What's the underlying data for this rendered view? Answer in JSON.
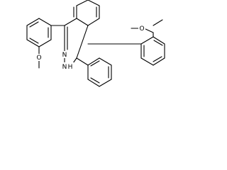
{
  "structure": {
    "atoms": {
      "n_upper": "N",
      "n_lower": "N",
      "n_lower_h": "H",
      "o_left": "O",
      "o_right": "O"
    }
  },
  "colors": {
    "bond": "#000000",
    "background": "#ffffff"
  }
}
